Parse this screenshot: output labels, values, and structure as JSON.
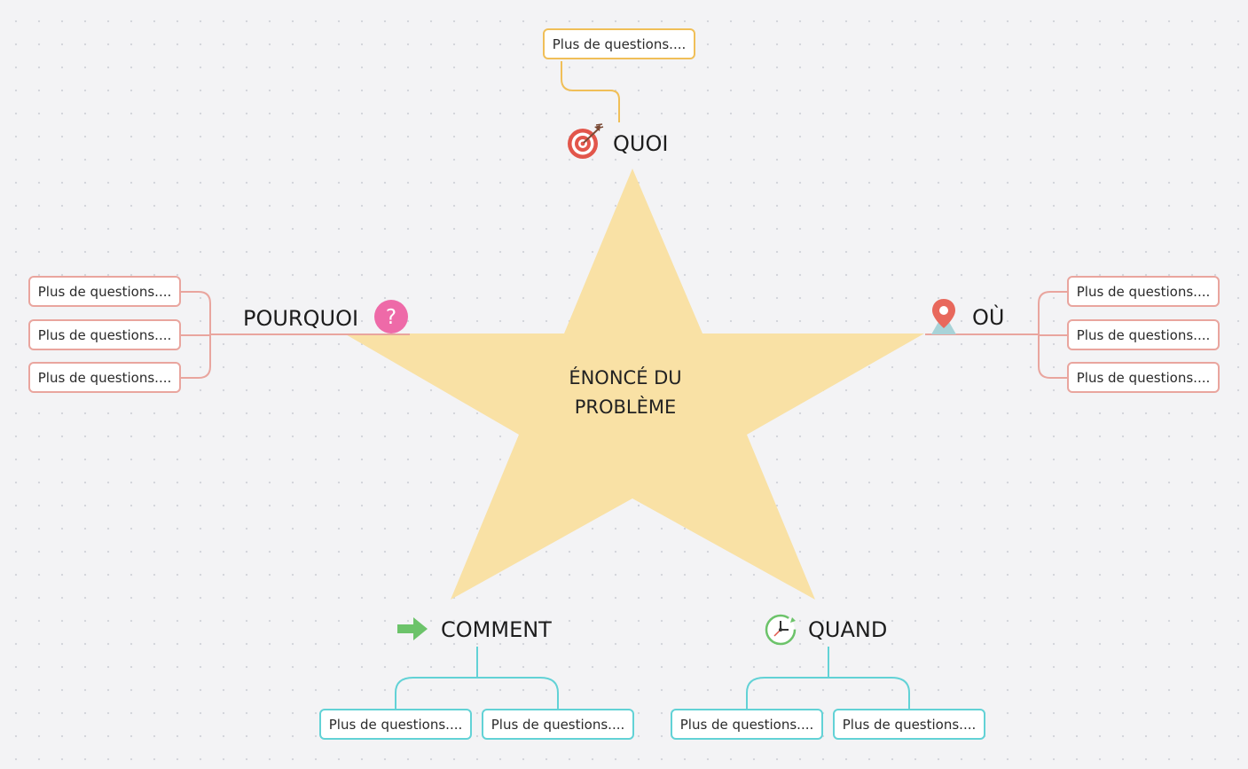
{
  "colors": {
    "star_fill": "#f9e1a5",
    "quoi_branch": "#f0bf58",
    "side_branch": "#e9a59e",
    "bottom_branch": "#62d2d6",
    "question_icon": "#ee6aa8",
    "location_pin": "#e8685c",
    "arrow_green": "#6cc36a",
    "target_red": "#e2564b"
  },
  "center": {
    "line1": "ÉNONCÉ DU",
    "line2": "PROBLÈME"
  },
  "topics": {
    "quoi": {
      "label": "QUOI",
      "icon": "target-arrow-icon"
    },
    "pourquoi": {
      "label": "POURQUOI",
      "icon": "question-circle-icon"
    },
    "ou": {
      "label": "OÙ",
      "icon": "location-pin-icon"
    },
    "comment": {
      "label": "COMMENT",
      "icon": "green-arrow-icon"
    },
    "quand": {
      "label": "QUAND",
      "icon": "clock-icon"
    }
  },
  "subtopics": {
    "quoi": [
      "Plus de questions...."
    ],
    "pourquoi": [
      "Plus de questions....",
      "Plus de questions....",
      "Plus de questions...."
    ],
    "ou": [
      "Plus de questions....",
      "Plus de questions....",
      "Plus de questions...."
    ],
    "comment": [
      "Plus de questions....",
      "Plus de questions...."
    ],
    "quand": [
      "Plus de questions....",
      "Plus de questions...."
    ]
  }
}
